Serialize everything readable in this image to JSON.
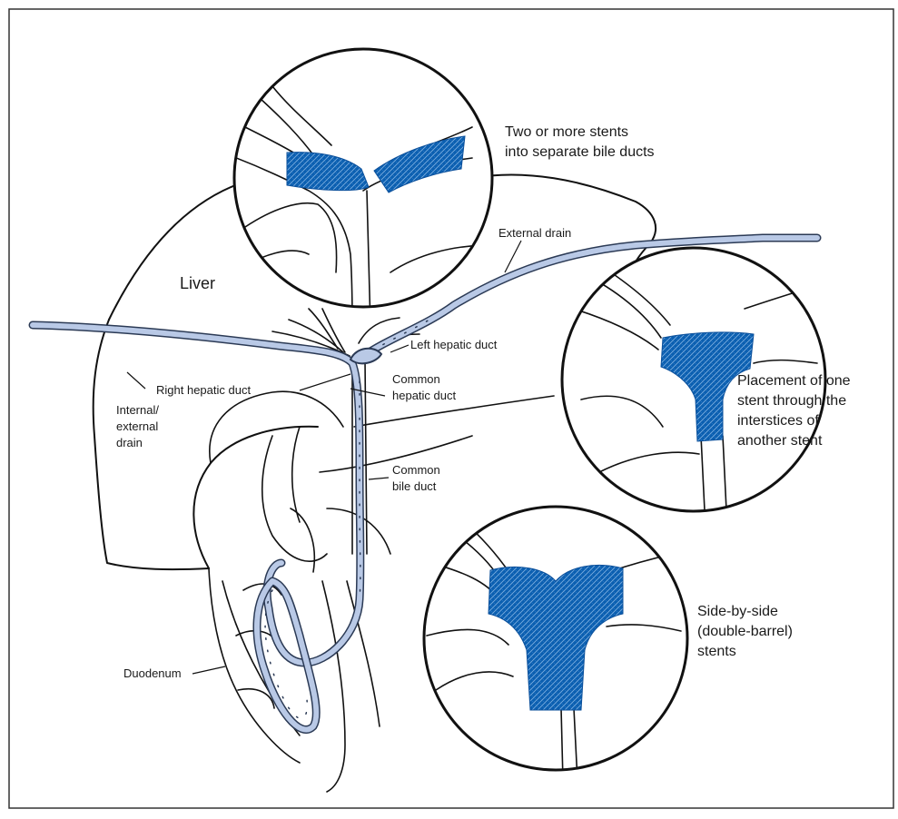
{
  "labels": {
    "liver": "Liver",
    "external_drain": "External drain",
    "left_hepatic_duct": "Left hepatic duct",
    "right_hepatic_duct": "Right hepatic duct",
    "common_hepatic_duct_line1": "Common",
    "common_hepatic_duct_line2": "hepatic duct",
    "internal_external_line1": "Internal/",
    "internal_external_line2": "external",
    "internal_external_line3": "drain",
    "common_bile_duct_line1": "Common",
    "common_bile_duct_line2": "bile duct",
    "duodenum": "Duodenum"
  },
  "insets": {
    "top": {
      "line1": "Two or more stents",
      "line2": "into separate bile ducts"
    },
    "right": {
      "line1": "Placement of one",
      "line2": "stent through the",
      "line3": "interstices of",
      "line4": "another stent"
    },
    "bottom": {
      "line1": "Side-by-side",
      "line2": "(double-barrel)",
      "line3": "stents"
    }
  },
  "colors": {
    "stent": "#0b5fb0",
    "drain": "#b9c9e6",
    "frame": "#333333"
  }
}
